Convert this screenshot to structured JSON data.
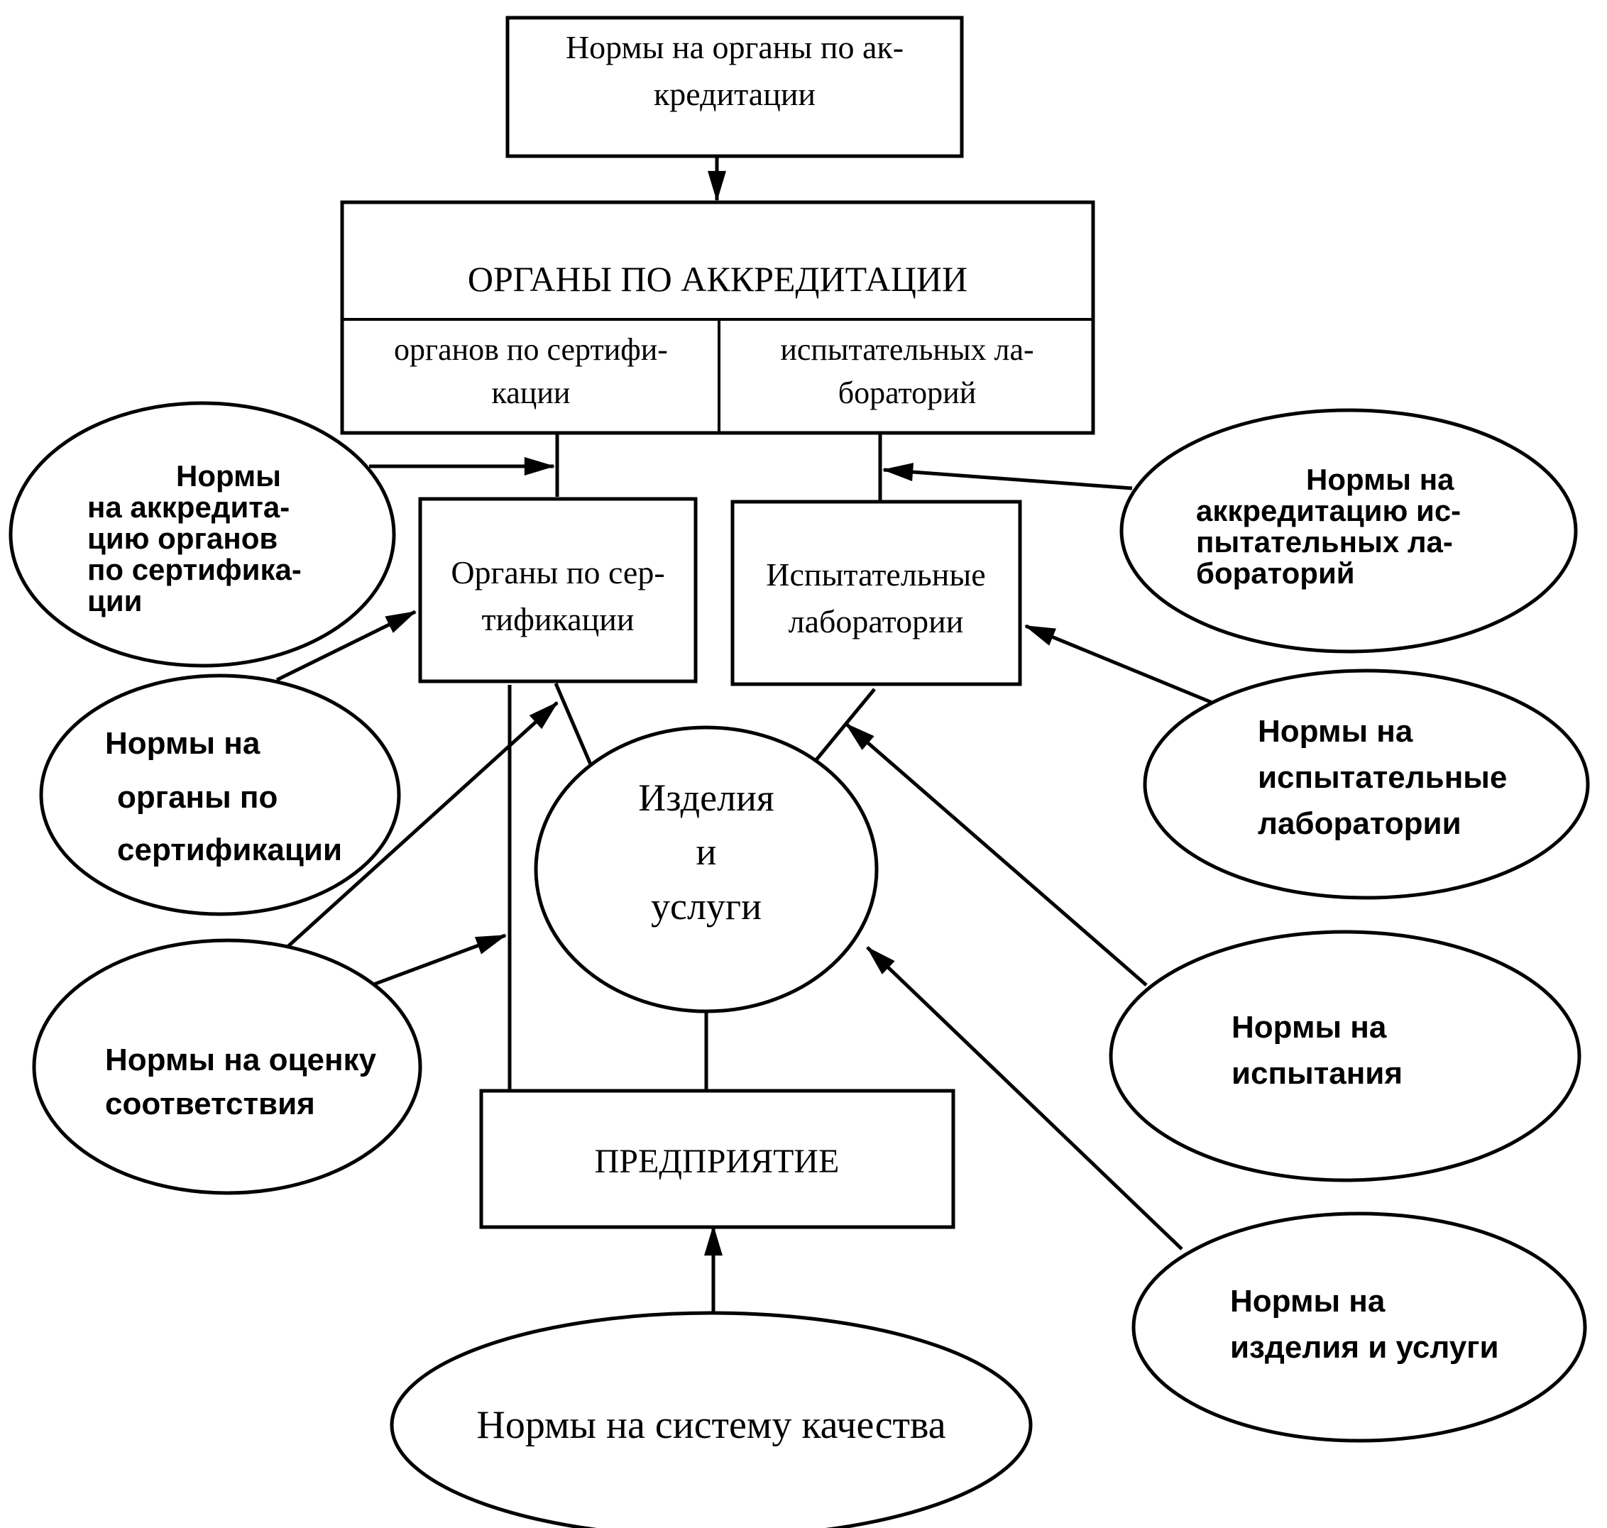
{
  "nodes": {
    "norms_accreditation_bodies": {
      "lines": [
        "Нормы на органы по ак-",
        "кредитации"
      ]
    },
    "accreditation_bodies": {
      "title": "ОРГАНЫ ПО АККРЕДИТАЦИИ",
      "left_cell": [
        "органов по сертифи-",
        "кации"
      ],
      "right_cell": [
        "испытательных ла-",
        "бораторий"
      ]
    },
    "certification_bodies": {
      "lines": [
        "Органы по сер-",
        "тификации"
      ]
    },
    "test_labs": {
      "lines": [
        "Испытательные",
        "лаборатории"
      ]
    },
    "products_services": {
      "lines": [
        "Изделия",
        "и",
        "услуги"
      ]
    },
    "enterprise": {
      "lines": [
        "ПРЕДПРИЯТИЕ"
      ]
    },
    "norms_accreditation_cert": {
      "lines": [
        "Нормы",
        "на аккредита-",
        "цию органов",
        "по сертифика-",
        "ции"
      ]
    },
    "norms_accreditation_labs": {
      "lines": [
        "Нормы на",
        "аккредитацию ис-",
        "пытательных ла-",
        "бораторий"
      ]
    },
    "norms_cert_bodies": {
      "lines": [
        "Нормы на",
        "органы  по",
        "сертификации"
      ]
    },
    "norms_test_labs": {
      "lines": [
        "Нормы на",
        "испытательные",
        "лаборатории"
      ]
    },
    "norms_conformity": {
      "lines": [
        "Нормы на оценку",
        "соответствия"
      ]
    },
    "norms_tests": {
      "lines": [
        "Нормы на",
        "испытания"
      ]
    },
    "norms_products": {
      "lines": [
        "Нормы на",
        "изделия и услуги"
      ]
    },
    "norms_quality_system": {
      "lines": [
        "Нормы на систему качества"
      ]
    }
  }
}
